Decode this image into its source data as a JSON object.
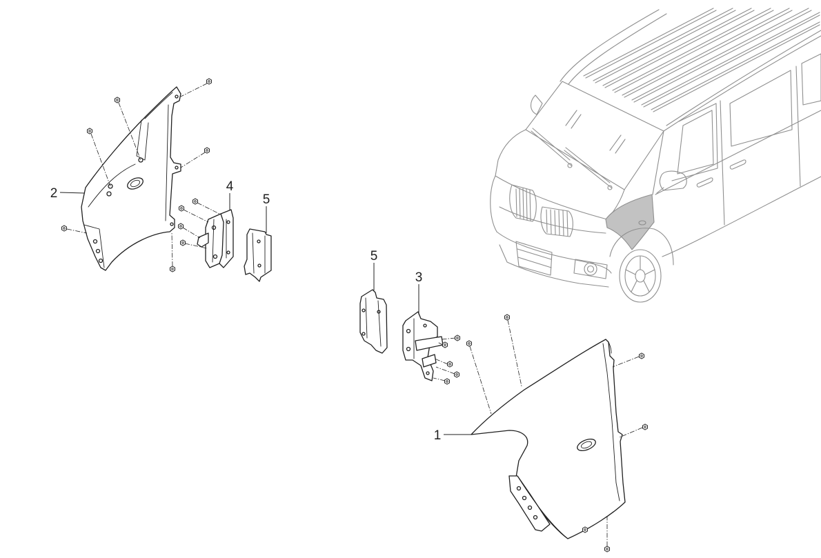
{
  "colors": {
    "background": "#ffffff",
    "line": "#1f1f1f",
    "vehicle_line": "#8e8e8e",
    "highlight": "#c2c2c2"
  },
  "callouts": [
    {
      "label": "1"
    },
    {
      "label": "2"
    },
    {
      "label": "3"
    },
    {
      "label": "4"
    },
    {
      "label": "5"
    },
    {
      "label": "5"
    }
  ]
}
